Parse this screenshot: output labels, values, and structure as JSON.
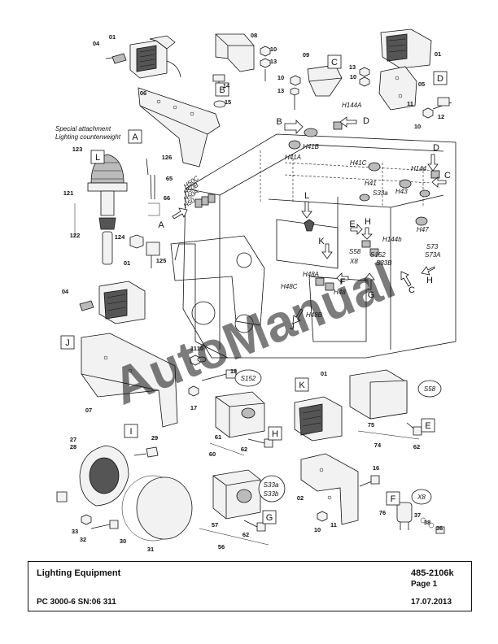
{
  "diagram": {
    "watermark": "AutoManual",
    "caption_line1": "Special attachment",
    "caption_line2": "Lighting counterweight",
    "boxes": [
      "A",
      "B",
      "C",
      "D",
      "L",
      "J",
      "I",
      "K",
      "H",
      "G",
      "E",
      "F"
    ],
    "bubbles": [
      "S152",
      "S58",
      "S33a",
      "S33b",
      "X8"
    ],
    "callouts": [
      "H41B",
      "H41A",
      "H144A",
      "H41C",
      "H41",
      "H43",
      "S33a",
      "H144",
      "H47",
      "H144b",
      "S73",
      "S73A",
      "S58",
      "X8",
      "S152",
      "S33B",
      "H48A",
      "H48C",
      "H48",
      "H48B",
      "H50C",
      "H50B",
      "H50A",
      "H50"
    ],
    "arrow_letters": [
      "B",
      "D",
      "D",
      "C",
      "L",
      "E",
      "H",
      "K",
      "F",
      "G",
      "C",
      "H",
      "A",
      "J"
    ],
    "part_numbers": [
      "01",
      "04",
      "06",
      "08",
      "10",
      "13",
      "14",
      "15",
      "09",
      "10",
      "13",
      "13",
      "10",
      "01",
      "05",
      "11",
      "10",
      "12",
      "123",
      "126",
      "65",
      "121",
      "66",
      "122",
      "124",
      "125",
      "01",
      "04",
      "11",
      "10",
      "18",
      "17",
      "07",
      "27",
      "28",
      "29",
      "33",
      "32",
      "30",
      "31",
      "61",
      "62",
      "60",
      "57",
      "62",
      "56",
      "01",
      "16",
      "02",
      "10",
      "11",
      "75",
      "62",
      "74",
      "76",
      "37",
      "38",
      "36"
    ]
  },
  "title_block": {
    "title": "Lighting Equipment",
    "doc_number": "485-2106k",
    "page": "Page 1",
    "model": "PC 3000-6 SN:06 311",
    "date": "17.07.2013"
  }
}
